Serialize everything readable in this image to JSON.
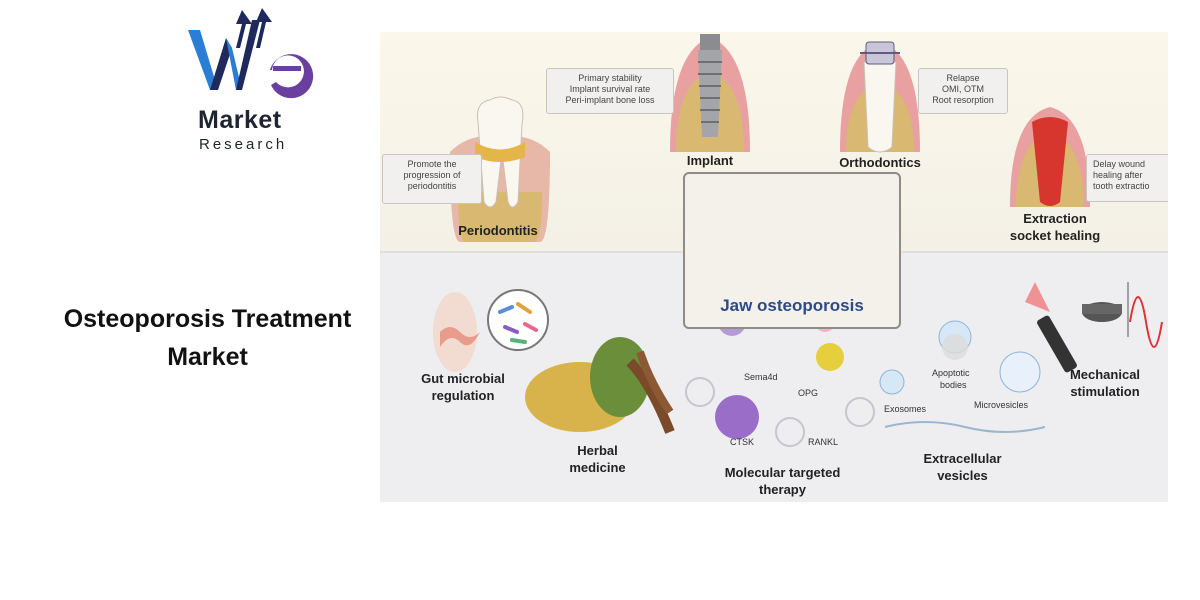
{
  "logo": {
    "letters": "We",
    "market": "Market",
    "research": "Research"
  },
  "title": {
    "line1": "Osteoporosis Treatment",
    "line2": "Market"
  },
  "figure": {
    "center_label": "Jaw osteoporosis",
    "top_nodes": {
      "periodontitis": {
        "label": "Periodontitis",
        "note": [
          "Promote the",
          "progression of",
          "periodontitis"
        ]
      },
      "implant": {
        "label": "Implant",
        "note": [
          "Primary stability",
          "Implant survival rate",
          "Peri-implant bone loss"
        ]
      },
      "orthodontics": {
        "label": "Orthodontics",
        "note": [
          "Relapse",
          "OMI, OTM",
          "Root resorption"
        ]
      },
      "extraction": {
        "label_line1": "Extraction",
        "label_line2": "socket healing",
        "note": [
          "Delay wound",
          "healing after",
          "tooth extractio"
        ]
      }
    },
    "bottom_nodes": {
      "gut": {
        "line1": "Gut microbial",
        "line2": "regulation"
      },
      "herbal": {
        "line1": "Herbal",
        "line2": "medicine"
      },
      "molecular": {
        "line1": "Molecular targeted",
        "line2": "therapy",
        "small": [
          "Sema4d",
          "OPG",
          "CTSK",
          "RANKL"
        ]
      },
      "vesicles": {
        "line1": "Extracellular",
        "line2": "vesicles",
        "small": [
          "Apoptotic",
          "bodies",
          "Exosomes",
          "Microvesicles"
        ]
      },
      "mechanical": {
        "line1": "Mechanical",
        "line2": "stimulation"
      }
    }
  },
  "colors": {
    "logo_blue": "#2a7fd4",
    "logo_navy": "#1f2a5c",
    "logo_purple": "#6a3fa0",
    "jaw_label": "#2d4a8a",
    "gum_red": "#d0555a",
    "bone_gold": "#d9b872"
  }
}
